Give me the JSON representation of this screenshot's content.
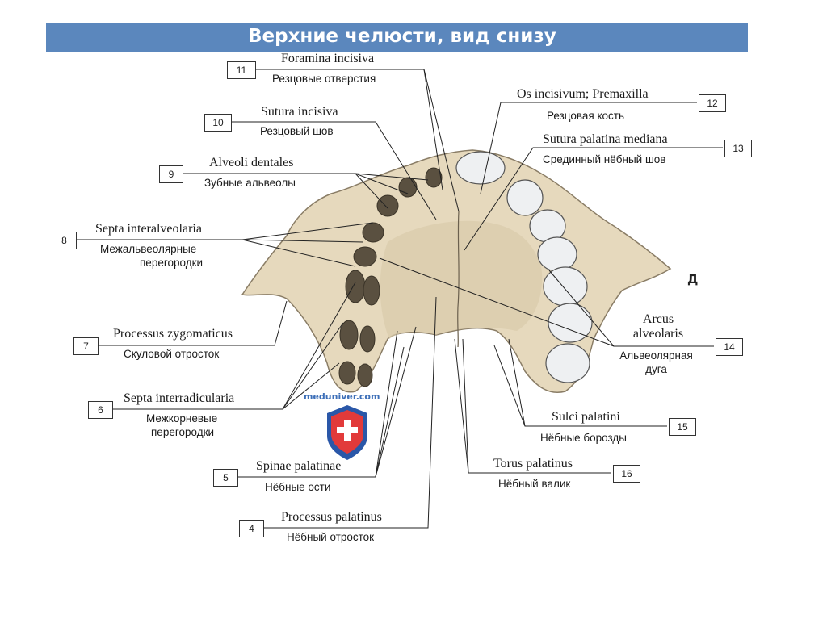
{
  "title": "Верхние челюсти, вид снизу",
  "view_letter": "Д",
  "watermark": "meduniver.com",
  "colors": {
    "title_bar": "#5b87bd",
    "bone": "#e8dcc2",
    "teeth": "#eef0f2",
    "shield_blue": "#2a57a8",
    "shield_red": "#e23a3a"
  },
  "labels": [
    {
      "num": "11",
      "latin": "Foramina incisiva",
      "russian": "Резцовые отверстия"
    },
    {
      "num": "10",
      "latin": "Sutura incisiva",
      "russian": "Резцовый шов"
    },
    {
      "num": "9",
      "latin": "Alveoli dentales",
      "russian": "Зубные альвеолы"
    },
    {
      "num": "8",
      "latin": "Septa interalveolaria",
      "russian": "Межальвеолярные",
      "russian2": "перегородки"
    },
    {
      "num": "7",
      "latin": "Processus zygomaticus",
      "russian": "Скуловой отросток"
    },
    {
      "num": "6",
      "latin": "Septa interradicularia",
      "russian": "Межкорневые",
      "russian2": "перегородки"
    },
    {
      "num": "5",
      "latin": "Spinae palatinae",
      "russian": "Нёбные ости"
    },
    {
      "num": "4",
      "latin": "Processus palatinus",
      "russian": "Нёбный отросток"
    },
    {
      "num": "12",
      "latin": "Os incisivum; Premaxilla",
      "russian": "Резцовая кость"
    },
    {
      "num": "13",
      "latin": "Sutura palatina mediana",
      "russian": "Срединный нёбный шов"
    },
    {
      "num": "14",
      "latin": "Arcus",
      "latin2": "alveolaris",
      "russian": "Альвеолярная",
      "russian2": "дуга"
    },
    {
      "num": "15",
      "latin": "Sulci palatini",
      "russian": "Нёбные борозды"
    },
    {
      "num": "16",
      "latin": "Torus palatinus",
      "russian": "Нёбный валик"
    }
  ]
}
